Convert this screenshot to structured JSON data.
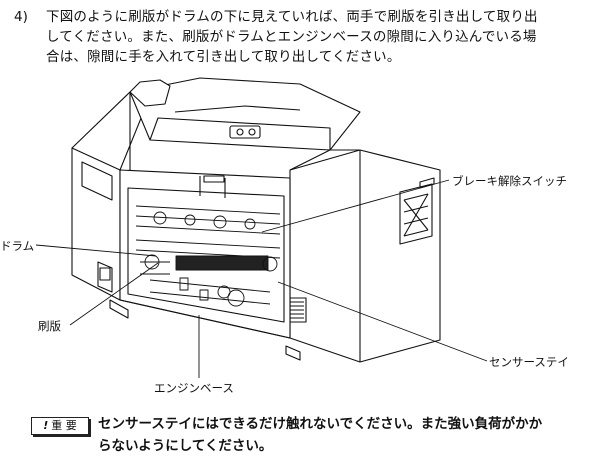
{
  "step": {
    "number": "4)",
    "lines": [
      "下図のように刷版がドラムの下に見えていれば、両手で刷版を引き出して取り出",
      "してください。また、刷版がドラムとエンジンベースの隙間に入り込んでいる場",
      "合は、隙間に手を入れて引き出して取り出してください。"
    ]
  },
  "illustration": {
    "labels": {
      "brake": "ブレーキ解除スイッチ",
      "drum": "ドラム",
      "plate": "刷版",
      "sensor": "センサーステイ",
      "engine": "エンジンベース"
    }
  },
  "note": {
    "badge_icon": "!",
    "badge_label": "重 要",
    "lines": [
      "センサーステイにはできるだけ触れないでください。また強い負荷がかか",
      "らないようにしてください。"
    ]
  }
}
